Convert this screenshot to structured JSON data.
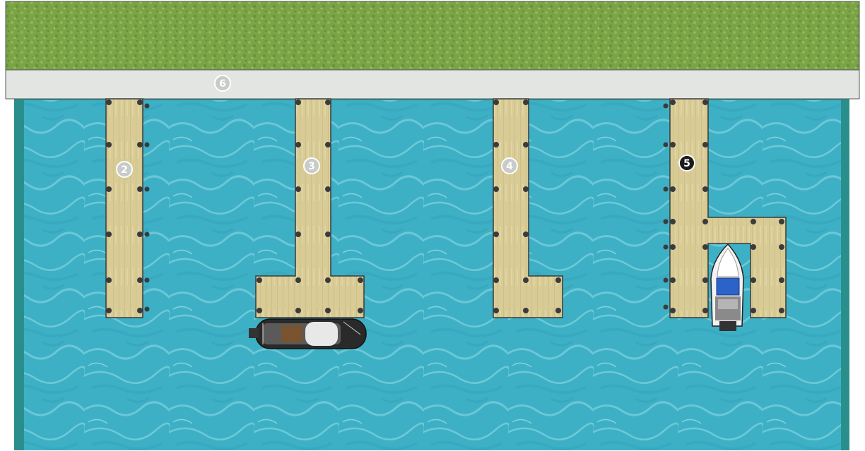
{
  "markers": {
    "shore": "6",
    "dock_2": "2",
    "dock_3": "3",
    "dock_4": "4",
    "dock_5": "5"
  },
  "colors": {
    "grass": "#7fa848",
    "walkway": "#e2e4e2",
    "water": "#3fb1c6",
    "water_edge": "#2a8f8c",
    "deck": "#d6c891",
    "marker_light": "#c9cbc9",
    "marker_dark": "#1c1c1c"
  }
}
